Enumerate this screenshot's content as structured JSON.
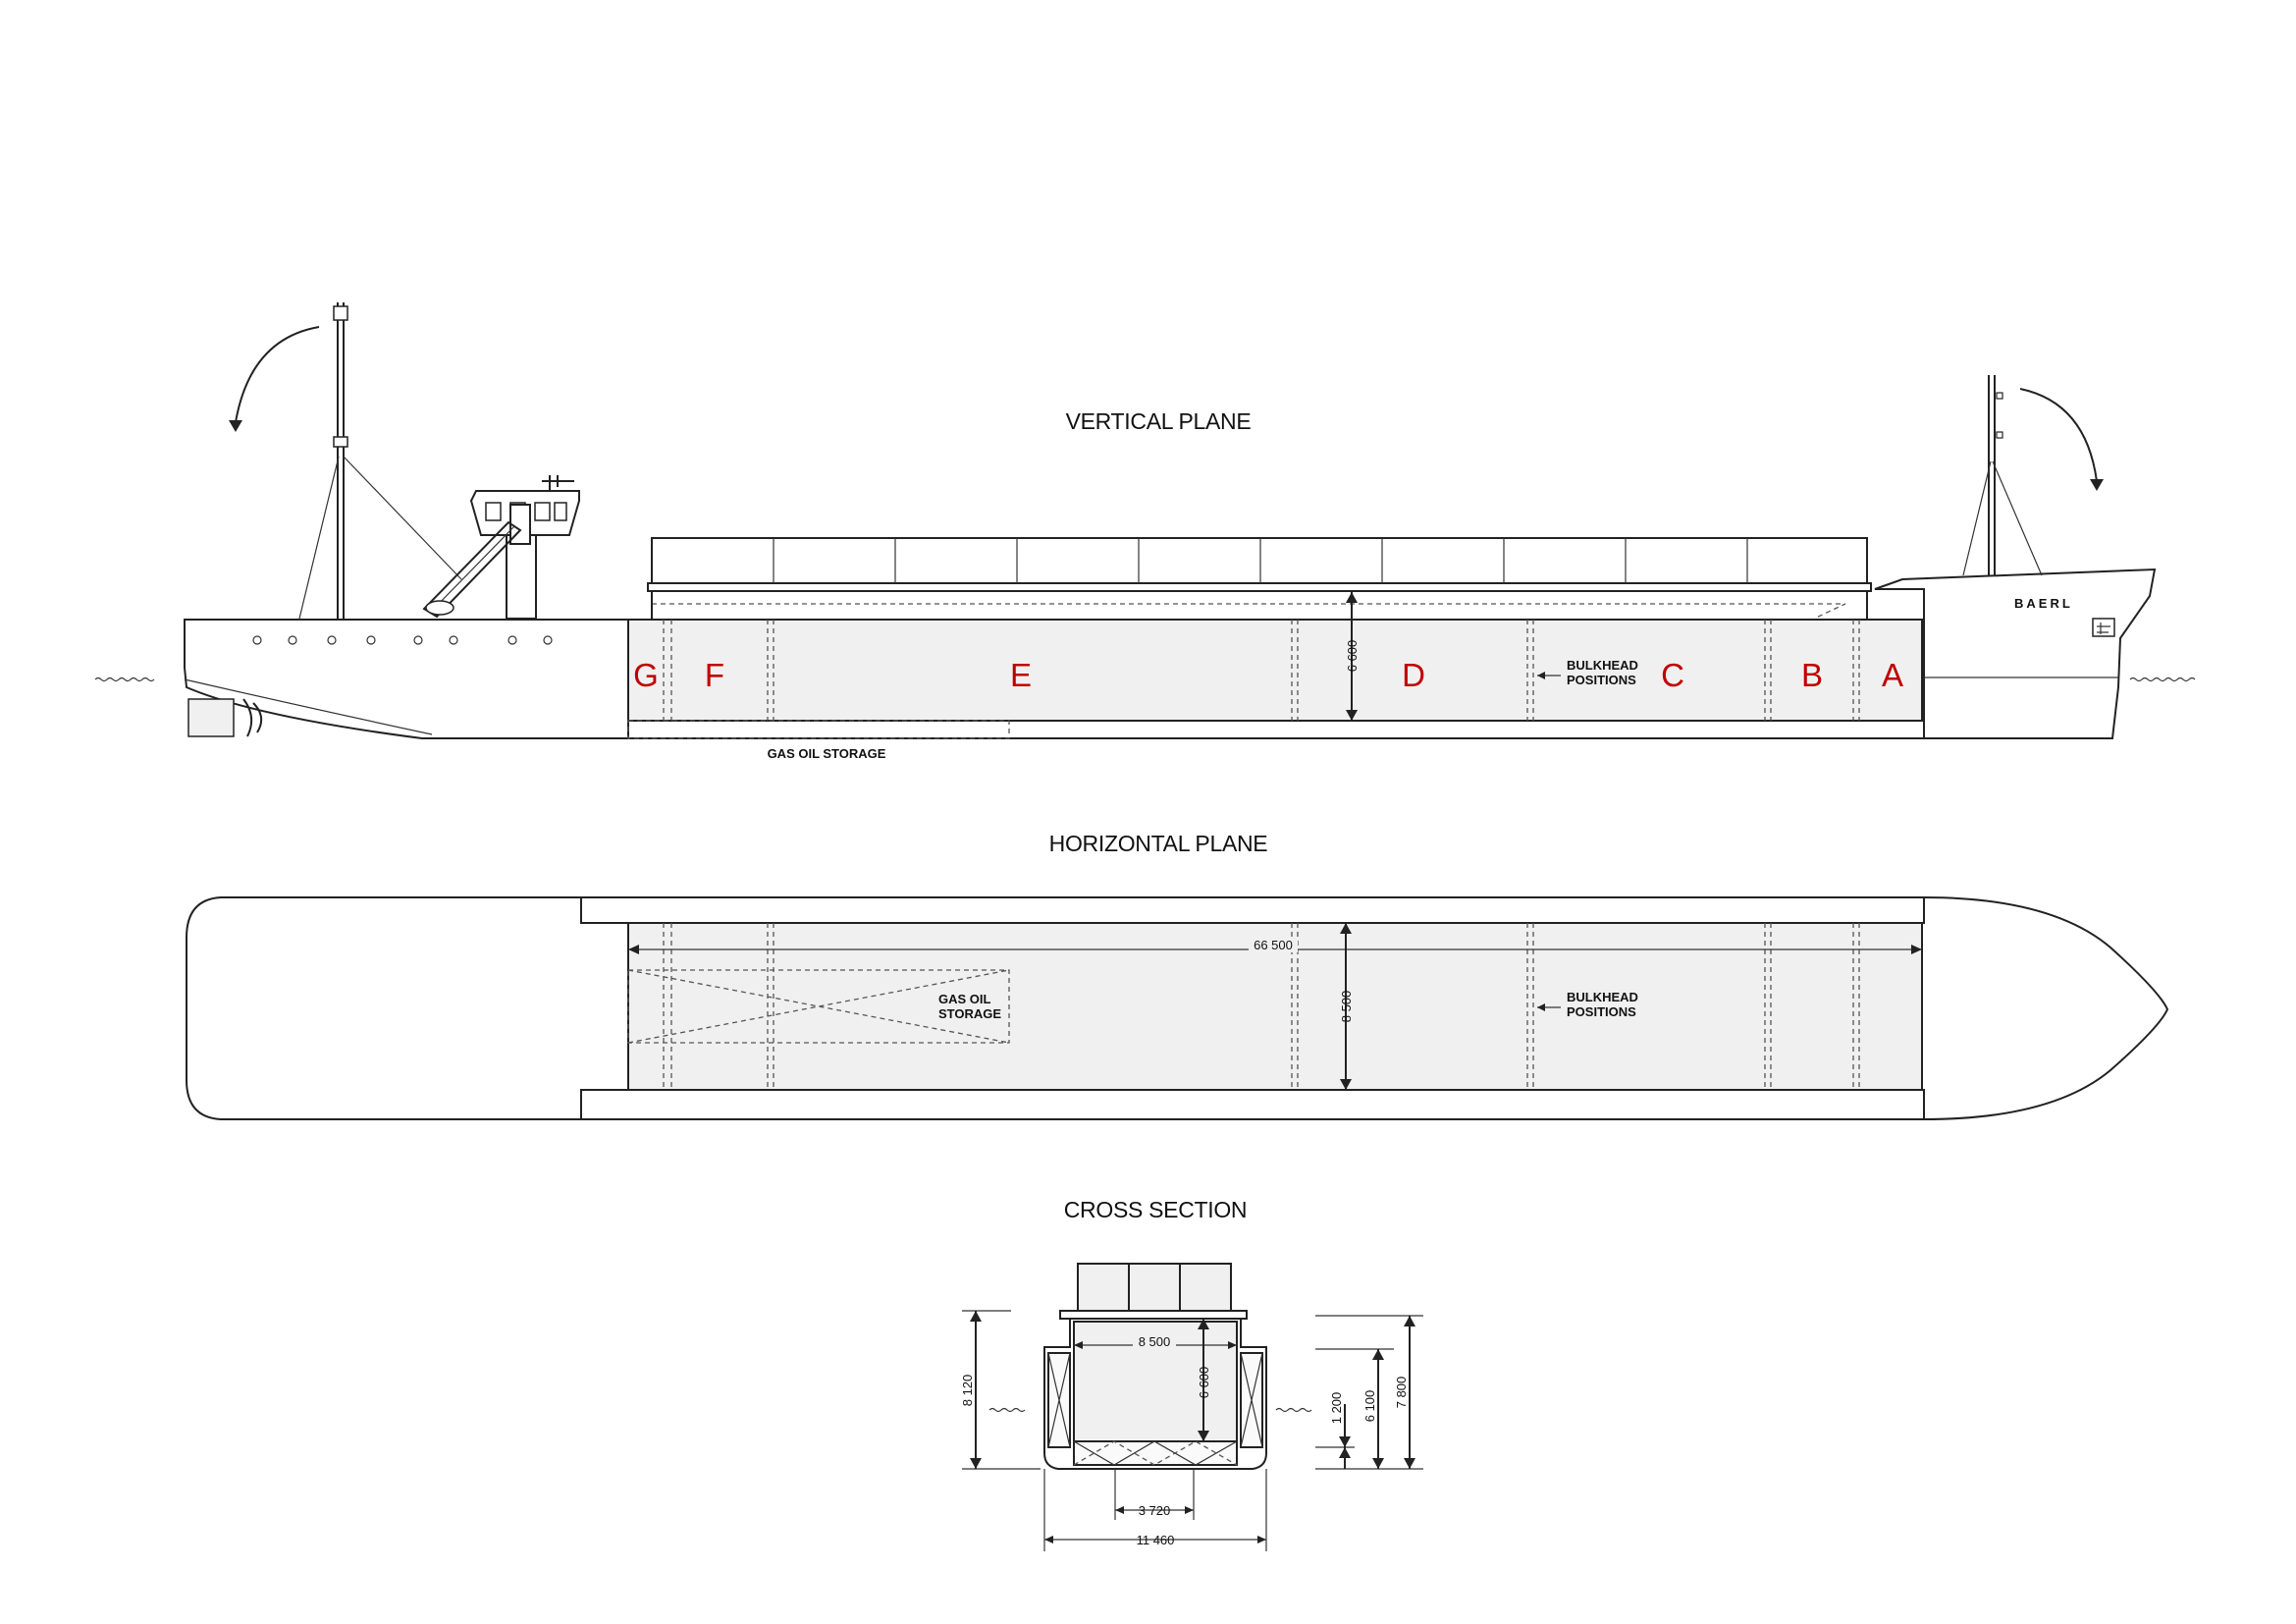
{
  "titles": {
    "vertical_plane": "VERTICAL PLANE",
    "horizontal_plane": "HORIZONTAL PLANE",
    "cross_section": "CROSS SECTION"
  },
  "vertical": {
    "ship_name": "BAERL",
    "holds": [
      "G",
      "F",
      "E",
      "D",
      "C",
      "B",
      "A"
    ],
    "bulkhead_label": [
      "BULKHEAD",
      "POSITIONS"
    ],
    "gas_oil_label": "GAS OIL STORAGE",
    "height_dim": "6 600"
  },
  "horizontal": {
    "length_dim": "66 500",
    "width_dim": "8 500",
    "gas_oil_label": [
      "GAS OIL",
      "STORAGE"
    ],
    "bulkhead_label": [
      "BULKHEAD",
      "POSITIONS"
    ]
  },
  "cross_section": {
    "inner_width": "8 500",
    "inner_height": "6 600",
    "overall_height": "8 120",
    "draft_small": "1 200",
    "height_a": "6 100",
    "height_b": "7 800",
    "bottom_width": "3 720",
    "overall_width": "11 460"
  },
  "colors": {
    "hold_letter": "#c00000",
    "hold_fill": "#f0f0f0",
    "line": "#222222"
  }
}
